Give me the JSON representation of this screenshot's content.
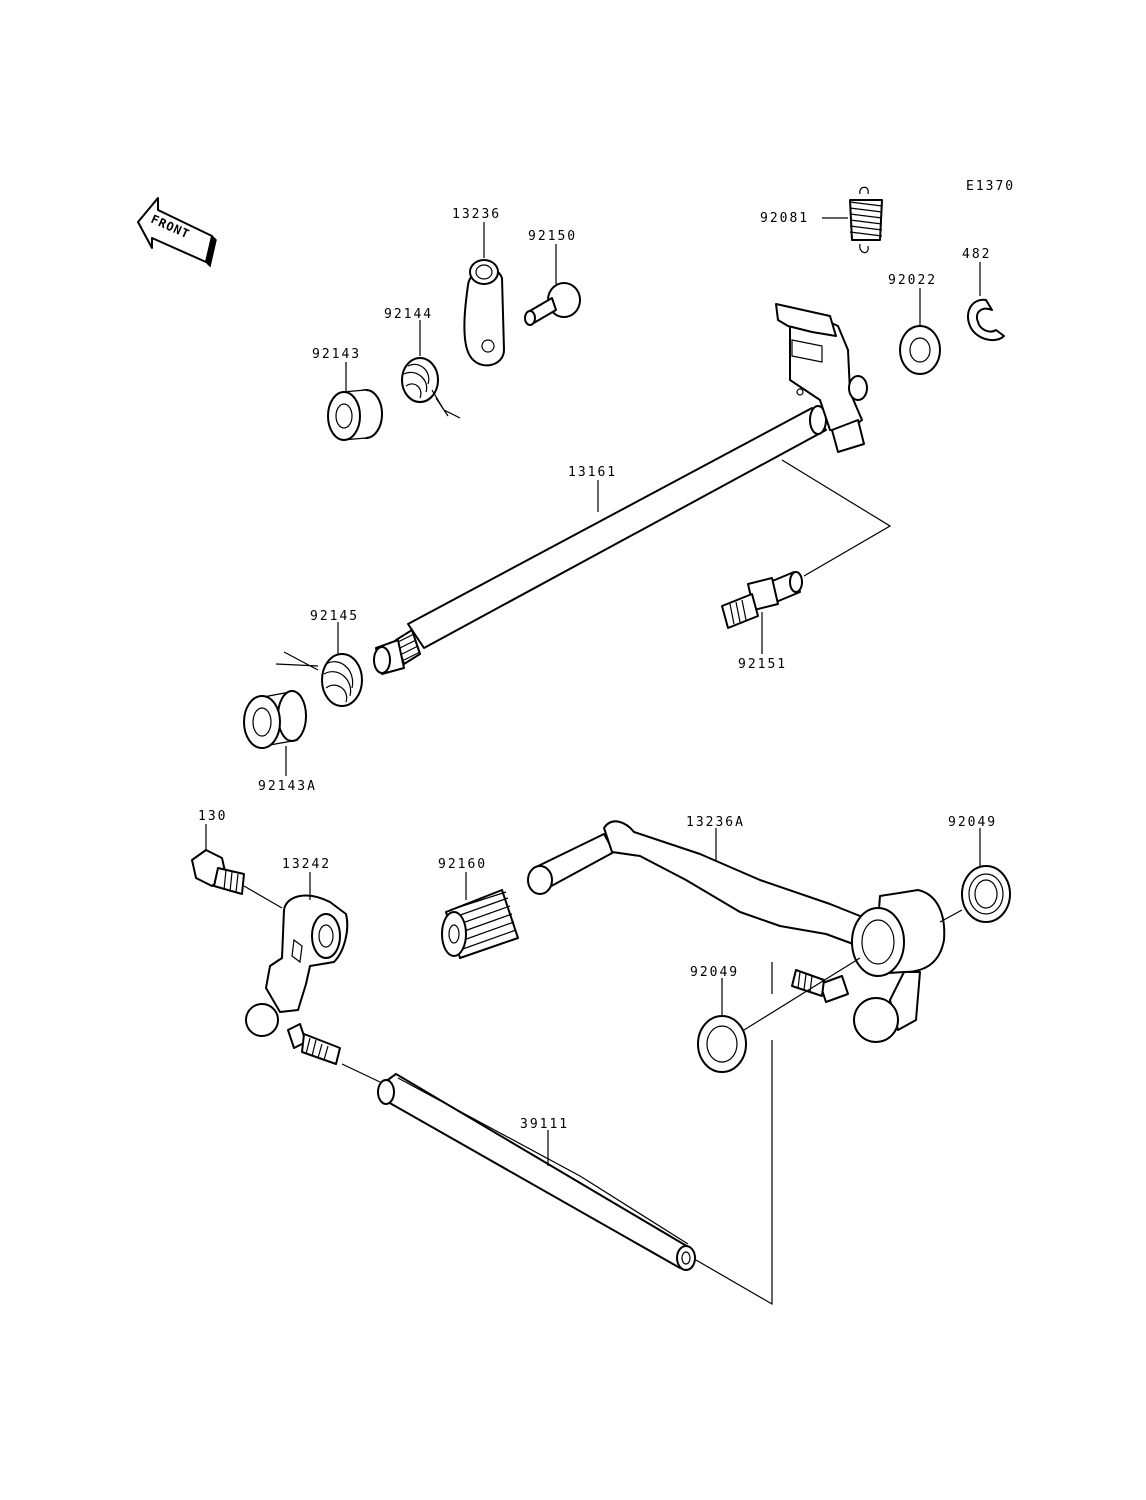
{
  "diagram": {
    "code": "E1370",
    "front_label": "FRONT",
    "parts": {
      "p13236": "13236",
      "p92150": "92150",
      "p92081": "92081",
      "p482": "482",
      "p92022": "92022",
      "p92144": "92144",
      "p92143": "92143",
      "p13161": "13161",
      "p92145": "92145",
      "p92151": "92151",
      "p92143A": "92143A",
      "p130": "130",
      "p13242": "13242",
      "p92160": "92160",
      "p13236A": "13236A",
      "p92049a": "92049",
      "p92049b": "92049",
      "p39111": "39111"
    }
  }
}
